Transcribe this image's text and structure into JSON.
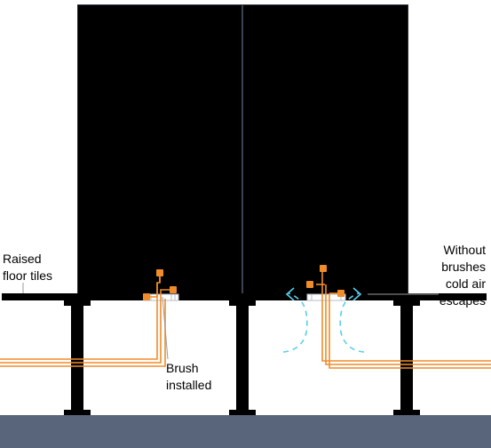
{
  "labels": {
    "raised_floor_tiles": "Raised\nfloor tiles",
    "brush_installed": "Brush\ninstalled",
    "without_brushes": "Without\nbrushes\ncold air\nescapes"
  },
  "colors": {
    "rack": "#000000",
    "rack_divider": "#3c4350",
    "floor_tile": "#000000",
    "pedestal": "#000000",
    "subfloor": "#58657a",
    "cable": "#f08c2a",
    "cable_node": "#f08c2a",
    "grommet": "#c8ccd2",
    "air_flow": "#58cfea",
    "leader_line": "#9a9a9a"
  },
  "icons": {
    "air_arrow": "chevron-arrow",
    "cable_node": "square-node"
  }
}
